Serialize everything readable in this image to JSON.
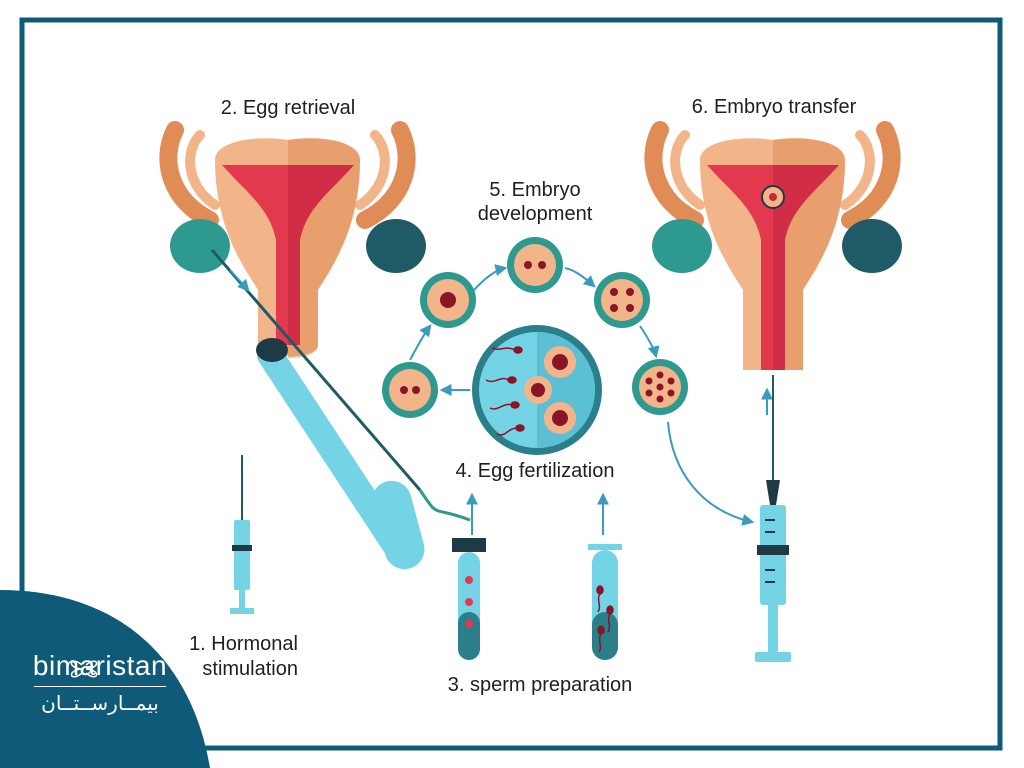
{
  "steps": {
    "hormonal_line1": "1. Hormonal",
    "hormonal_line2": "stimulation",
    "egg_retrieval": "2. Egg retrieval",
    "sperm_prep": "3. sperm preparation",
    "fertilization": "4. Egg fertilization",
    "embryo_dev_line1": "5. Embryo",
    "embryo_dev_line2": "development",
    "embryo_transfer": "6. Embryo transfer"
  },
  "brand": {
    "name_latin": "bimaristan",
    "name_arabic": "بيمــارســتــان"
  },
  "colors": {
    "frame": "#0f5a78",
    "brand_bg": "#0f5a78",
    "uterus_skin": "#f2b58a",
    "uterus_dark": "#e08c56",
    "uterus_red": "#e2394f",
    "ovary_teal": "#2e9a8f",
    "ovary_dark": "#1e5b66",
    "syringe_cyan": "#74d3e4",
    "arrow": "#3a9bbd"
  }
}
